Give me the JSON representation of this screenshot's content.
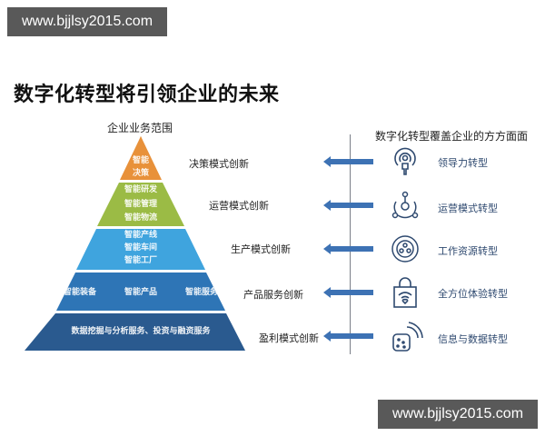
{
  "watermark": {
    "top": "www.bjjlsy2015.com",
    "bottom": "www.bjjlsy2015.com"
  },
  "title": "数字化转型将引领企业的未来",
  "pyramid": {
    "title": "企业业务范围",
    "colors": {
      "orange": "#e8913a",
      "green": "#9bbb45",
      "lightblue": "#3fa4de",
      "blue": "#2e75b6",
      "darkblue": "#2a5a8f"
    },
    "tiers": [
      {
        "items": [
          "智能",
          "决策"
        ],
        "label": "决策模式创新"
      },
      {
        "items": [
          "智能研发",
          "智能管理",
          "智能物流"
        ],
        "label": "运营模式创新"
      },
      {
        "items": [
          "智能产线",
          "智能车间",
          "智能工厂"
        ],
        "label": "生产模式创新"
      },
      {
        "items": [
          "智能装备",
          "智能产品",
          "智能服务"
        ],
        "label": "产品服务创新"
      },
      {
        "items": [
          "数据挖掘与分析服务、投资与融资服务"
        ],
        "label": "盈利模式创新"
      }
    ]
  },
  "right": {
    "title": "数字化转型覆盖企业的方方面面",
    "items": [
      {
        "icon": "leadership-icon",
        "label": "领导力转型"
      },
      {
        "icon": "operations-icon",
        "label": "运营模式转型"
      },
      {
        "icon": "resources-icon",
        "label": "工作资源转型"
      },
      {
        "icon": "shopping-bag-icon",
        "label": "全方位体验转型"
      },
      {
        "icon": "data-signal-icon",
        "label": "信息与数据转型"
      }
    ]
  }
}
